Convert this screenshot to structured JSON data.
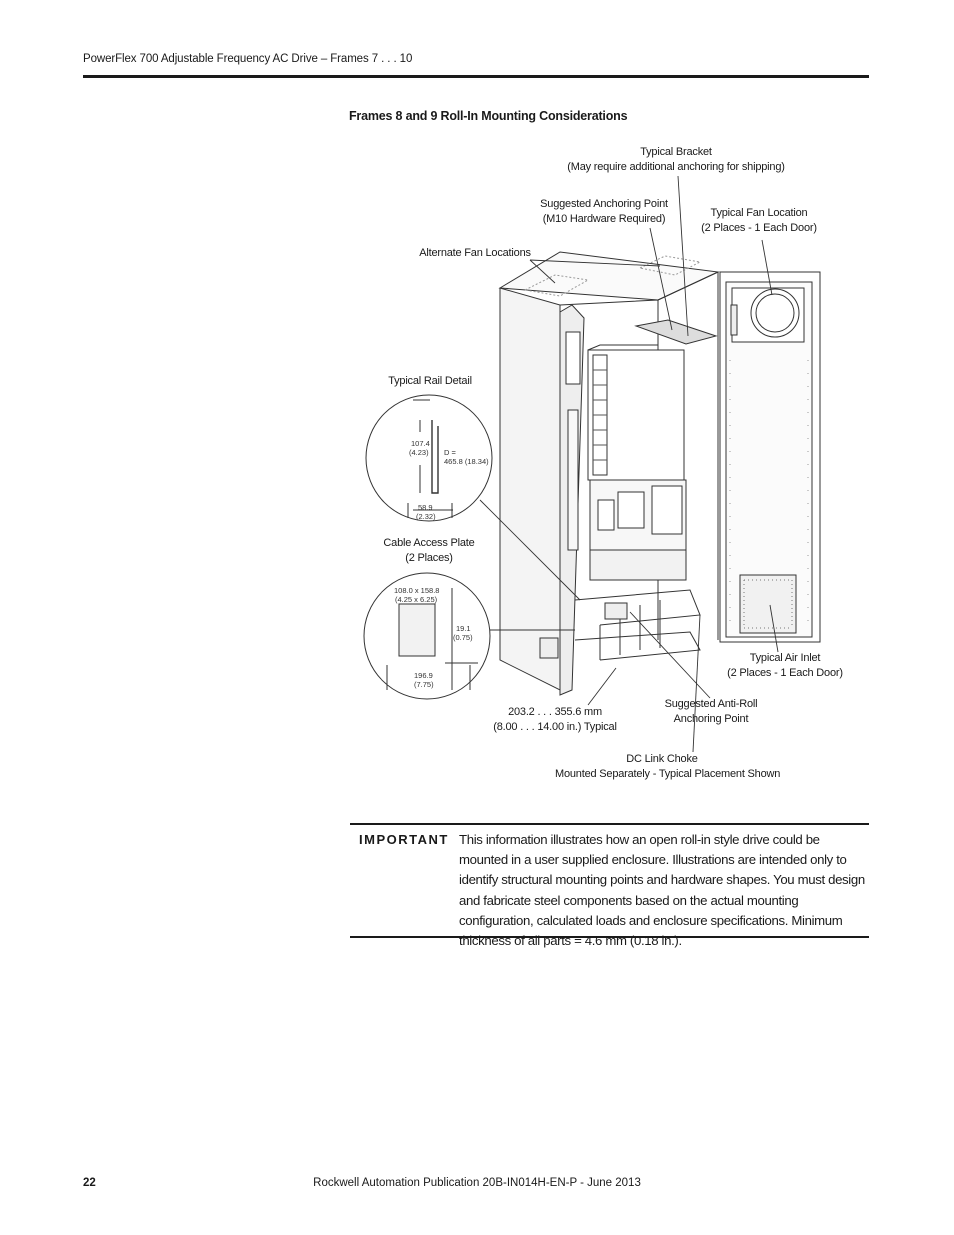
{
  "header": {
    "title": "PowerFlex 700 Adjustable Frequency AC Drive – Frames 7 . . . 10"
  },
  "figure": {
    "title": "Frames 8 and 9 Roll-In Mounting Considerations",
    "labels": {
      "typical_bracket_l1": "Typical Bracket",
      "typical_bracket_l2": "(May require additional anchoring for shipping)",
      "anchoring_point_l1": "Suggested Anchoring Point",
      "anchoring_point_l2": "(M10 Hardware Required)",
      "fan_location_l1": "Typical Fan Location",
      "fan_location_l2": "(2 Places - 1 Each Door)",
      "alternate_fan": "Alternate Fan Locations",
      "rail_detail": "Typical Rail Detail",
      "cable_plate_l1": "Cable Access Plate",
      "cable_plate_l2": "(2 Places)",
      "air_inlet_l1": "Typical Air Inlet",
      "air_inlet_l2": "(2 Places - 1 Each Door)",
      "anti_roll_l1": "Suggested Anti-Roll",
      "anti_roll_l2": "Anchoring Point",
      "spacing_l1": "203.2 . . . 355.6 mm",
      "spacing_l2": "(8.00 . . . 14.00 in.) Typical",
      "dc_choke_l1": "DC Link Choke",
      "dc_choke_l2": "Mounted Separately - Typical Placement Shown"
    },
    "rail_dims": {
      "height_mm": "107.4",
      "height_in": "(4.23)",
      "depth_l1": "D =",
      "depth_l2": "465.8 (18.34)",
      "width_mm": "58.9",
      "width_in": "(2.32)"
    },
    "plate_dims": {
      "size_l1": "108.0 x 158.8",
      "size_l2": "(4.25 x 6.25)",
      "offset_mm": "19.1",
      "offset_in": "(0.75)",
      "spacing_mm": "196.9",
      "spacing_in": "(7.75)"
    }
  },
  "important": {
    "label": "IMPORTANT",
    "text": "This information illustrates how an open roll-in style drive could be mounted in a user supplied enclosure. Illustrations are intended only to identify structural mounting points and hardware shapes. You must design and fabricate steel components based on the actual mounting configuration, calculated loads and enclosure specifications. Minimum thickness of all parts = 4.6 mm (0.18 in.)."
  },
  "footer": {
    "page_number": "22",
    "publication": "Rockwell Automation Publication 20B-IN014H-EN-P - June 2013"
  }
}
